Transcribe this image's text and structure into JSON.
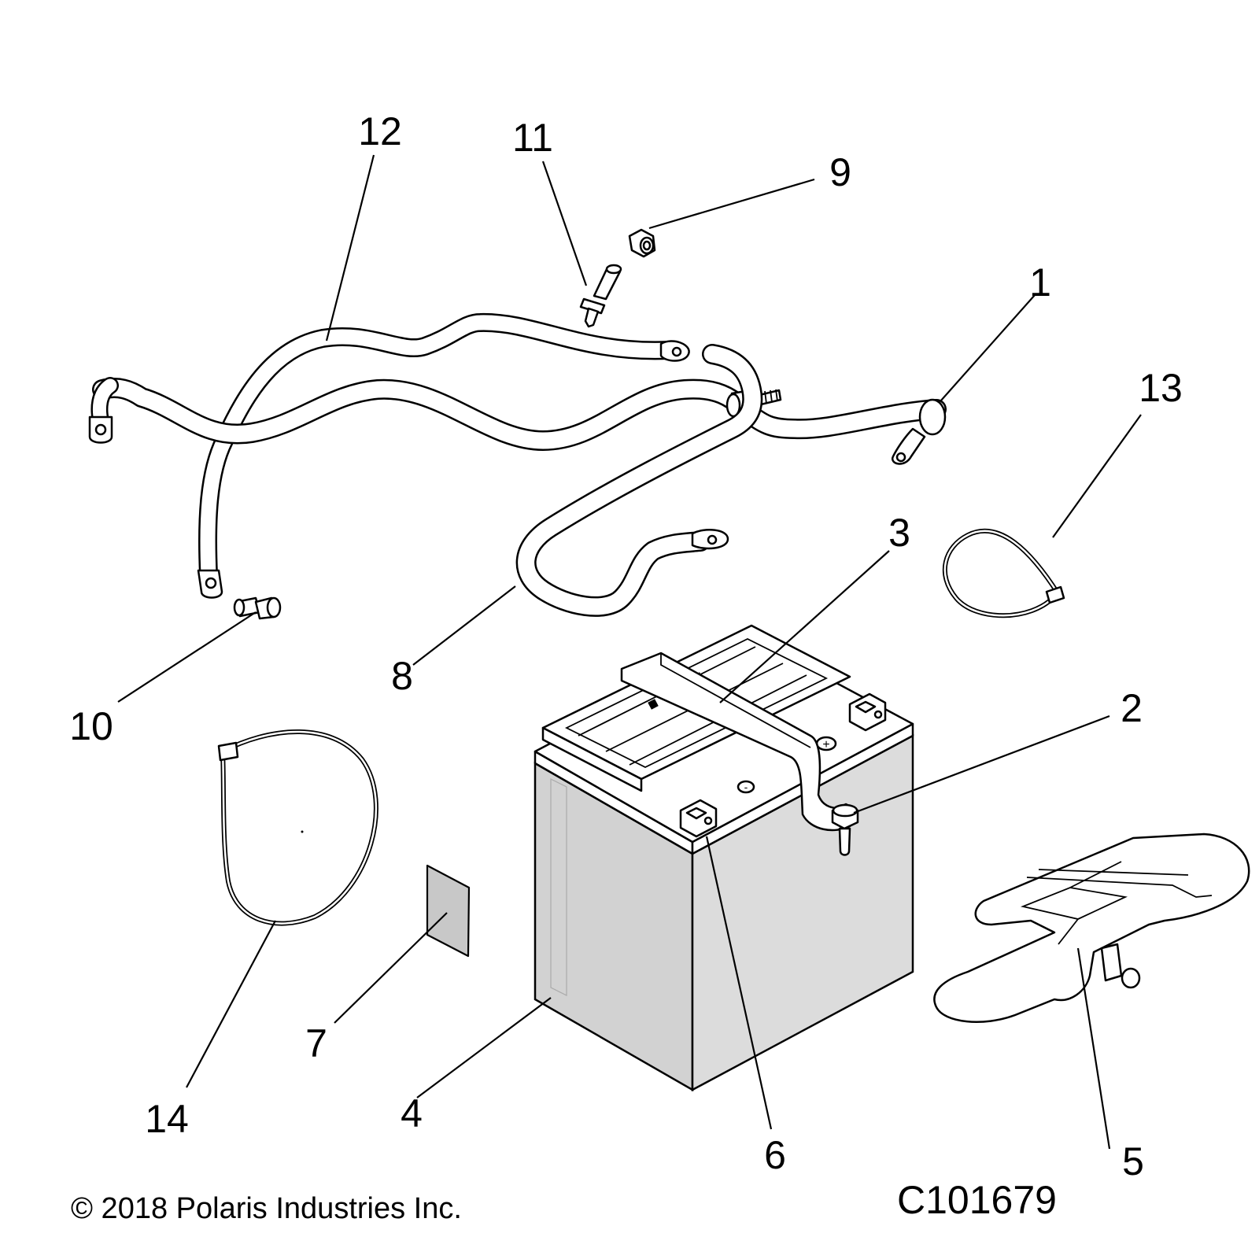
{
  "callouts": {
    "c1": "1",
    "c2": "2",
    "c3": "3",
    "c4": "4",
    "c5": "5",
    "c6": "6",
    "c7": "7",
    "c8": "8",
    "c9": "9",
    "c10": "10",
    "c11": "11",
    "c12": "12",
    "c13": "13",
    "c14": "14"
  },
  "footer": {
    "copyright": "© 2018 Polaris Industries Inc.",
    "figure_id": "C101679"
  },
  "battery_terminals": {
    "positive": "+",
    "negative": "-"
  },
  "colors": {
    "line": "#000000",
    "part_fill": "#ffffff",
    "battery_side": "#dcdcdc",
    "battery_front": "#d2d2d2",
    "pad": "#c8c8c8"
  }
}
